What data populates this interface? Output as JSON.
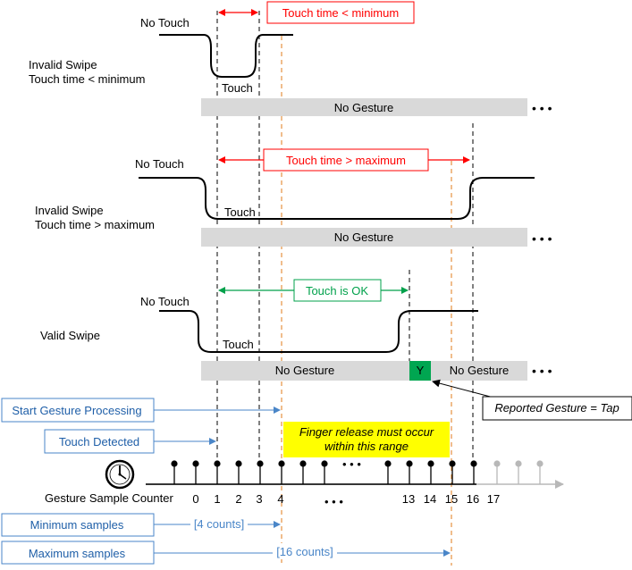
{
  "colors": {
    "red": "#ff0000",
    "green": "#00a14b",
    "blue": "#4a86c8",
    "orange": "#e07b1a",
    "gray_bar": "#d9d9d9",
    "yellow": "#ffff00",
    "y_box": "#00a651"
  },
  "rows": [
    {
      "title_line1": "Invalid Swipe",
      "title_line2": "Touch time < minimum",
      "no_touch": "No Touch",
      "touch": "Touch",
      "bracket": "Touch time < minimum",
      "bar": "No Gesture",
      "ellipsis": "• • •"
    },
    {
      "title_line1": "Invalid Swipe",
      "title_line2": "Touch time > maximum",
      "no_touch": "No Touch",
      "touch": "Touch",
      "bracket": "Touch time > maximum",
      "bar": "No Gesture",
      "ellipsis": "• • •"
    },
    {
      "title_line1": "Valid Swipe",
      "no_touch": "No Touch",
      "touch": "Touch",
      "bracket": "Touch is OK",
      "bar_left": "No Gesture",
      "y_label": "Y",
      "bar_right": "No Gesture",
      "ellipsis": "• • •"
    }
  ],
  "reported_gesture": "Reported Gesture = Tap",
  "start_processing": "Start Gesture Processing",
  "touch_detected": "Touch Detected",
  "finger_release_line1": "Finger release must occur",
  "finger_release_line2": "within this range",
  "counter_label": "Gesture Sample Counter",
  "counter_ticks": [
    "0",
    "1",
    "2",
    "3",
    "4",
    "13",
    "14",
    "15",
    "16",
    "17"
  ],
  "timeline_dots": "• • •",
  "tick_gap": "• • •",
  "min_samples": "Minimum samples",
  "min_counts": "[4 counts]",
  "max_samples": "Maximum samples",
  "max_counts": "[16 counts]"
}
